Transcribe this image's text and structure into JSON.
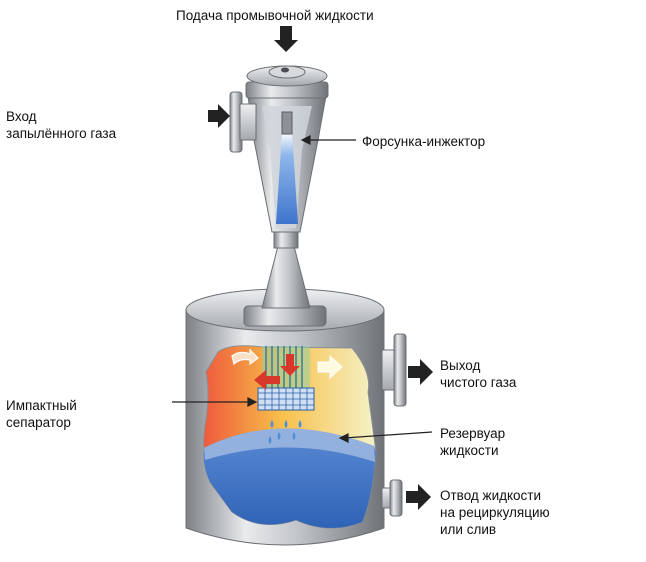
{
  "labels": {
    "liquid_feed": "Подача промывочной жидкости",
    "dusty_gas_inlet": "Вход\nзапылённого газа",
    "nozzle_injector": "Форсунка-инжектор",
    "clean_gas_outlet": "Выход\nчистого газа",
    "impact_separator": "Импактный\nсепаратор",
    "liquid_reservoir": "Резервуар\nжидкости",
    "liquid_outlet": "Отвод жидкости\nна рециркуляцию\nили слив"
  },
  "colors": {
    "steel_light": "#e4e6e8",
    "steel_dark": "#8d9196",
    "hot_gas": "#ee5a3c",
    "warm_gas": "#f8c04a",
    "clean_gas": "#f2f0c0",
    "liquid": "#3b6fc0",
    "liquid_light": "#9fb8e0",
    "arrow": "#222222"
  }
}
